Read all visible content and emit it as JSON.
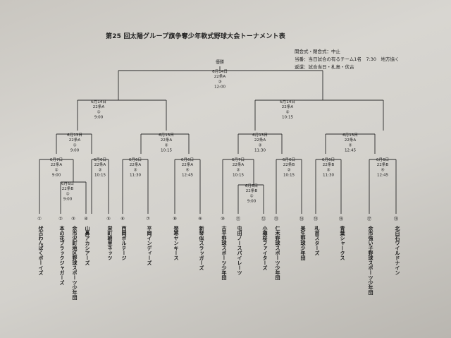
{
  "title": "第25 回太陽グループ旗争奪少年軟式野球大会トーナメント表",
  "notes": [
    "開会式・閉会式：中止",
    "当番：当日試合の有るチーム1名　7:30　地方協く",
    "返還：試合当日・札島・伏古"
  ],
  "champion_label": "優勝",
  "teams": [
    {
      "num": "①",
      "name": "伏古わんぱくボーイズ"
    },
    {
      "num": "②",
      "name": "本の花ブラックジャガーズ"
    },
    {
      "num": "③",
      "name": "余市沢町地区野球スポーツ少年団"
    },
    {
      "num": "④",
      "name": "山鼻アカシアーズ"
    },
    {
      "num": "⑤",
      "name": "栄町朝里ネッツ"
    },
    {
      "num": "⑥",
      "name": "西岡ボルテージ"
    },
    {
      "num": "⑦",
      "name": "平岡インディーズ"
    },
    {
      "num": "⑧",
      "name": "発寒ヤンキース"
    },
    {
      "num": "⑨",
      "name": "新琴似スラッガーズ"
    },
    {
      "num": "⑩",
      "name": "古平野球スポーツ少年団"
    },
    {
      "num": "⑪",
      "name": "屯田ノースパイレーツ"
    },
    {
      "num": "⑫",
      "name": "小樽桜ファイターズ"
    },
    {
      "num": "⑬",
      "name": "仁木野球スポーツ少年団"
    },
    {
      "num": "⑭",
      "name": "美生野球少年団"
    },
    {
      "num": "⑮",
      "name": "札苗スターズ"
    },
    {
      "num": "⑯",
      "name": "青葉シャークス"
    },
    {
      "num": "⑰",
      "name": "余市強い子野球スポーツ少年団"
    },
    {
      "num": "⑱",
      "name": "北白石ワイルドナイン"
    }
  ],
  "matches": {
    "pre1": [
      "6月6日",
      "22条B",
      "①",
      "9:00"
    ],
    "pre2": [
      "6月6日",
      "22条B",
      "①",
      "9:00"
    ],
    "r1a": [
      "6月7日",
      "22条A",
      "①",
      "9:00"
    ],
    "r1b": [
      "6月6日",
      "22条A",
      "②",
      "10:15"
    ],
    "r1c": [
      "6月6日",
      "22条A",
      "③",
      "11:30"
    ],
    "r1d": [
      "6月6日",
      "22条A",
      "④",
      "12:45"
    ],
    "r1e": [
      "6月7日",
      "22条A",
      "②",
      "10:15"
    ],
    "r1f": [
      "6月6日",
      "22条B",
      "②",
      "10:15"
    ],
    "r1g": [
      "6月6日",
      "22条B",
      "③",
      "11:30"
    ],
    "r1h": [
      "6月6日",
      "22条B",
      "④",
      "12:45"
    ],
    "qf1": [
      "6月13日",
      "22条A",
      "①",
      "9:00"
    ],
    "qf2": [
      "6月13日",
      "22条A",
      "②",
      "10:15"
    ],
    "qf3": [
      "6月13日",
      "22条A",
      "③",
      "11:30"
    ],
    "qf4": [
      "6月13日",
      "22条A",
      "④",
      "12:45"
    ],
    "sf1": [
      "6月14日",
      "22条A",
      "①",
      "9:00"
    ],
    "sf2": [
      "6月14日",
      "22条A",
      "②",
      "10:15"
    ],
    "final": [
      "6月14日",
      "22条A",
      "③",
      "12:00"
    ]
  }
}
